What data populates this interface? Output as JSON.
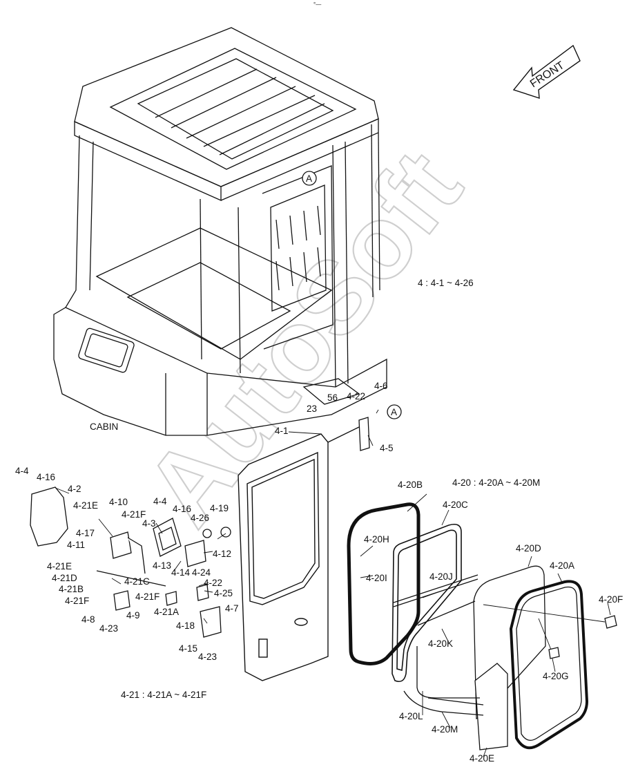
{
  "header_mark": "°—",
  "front_arrow_label": "FRONT",
  "cabin_label": "CABIN",
  "section_note": "4 : 4-1 ~ 4-26",
  "glass_note": "4-20 : 4-20A ~ 4-20M",
  "latch_note": "4-21 : 4-21A ~ 4-21F",
  "detail_callout": "A",
  "watermark": "AutoSoft",
  "labels": {
    "l56": "56",
    "l23a": "23",
    "l4_22a": "4-22",
    "l4_6": "4-6",
    "l4_5": "4-5",
    "l4_1": "4-1",
    "l4_4a": "4-4",
    "l4_16a": "4-16",
    "l4_2": "4-2",
    "l4_21e_a": "4-21E",
    "l4_10": "4-10",
    "l4_21f_a": "4-21F",
    "l4_4b": "4-4",
    "l4_16b": "4-16",
    "l4_3": "4-3",
    "l4_26": "4-26",
    "l4_19": "4-19",
    "l4_17": "4-17",
    "l4_11": "4-11",
    "l4_12": "4-12",
    "l4_21e_b": "4-21E",
    "l4_21d": "4-21D",
    "l4_21c": "4-21C",
    "l4_13": "4-13",
    "l4_14": "4-14",
    "l4_24": "4-24",
    "l4_21b": "4-21B",
    "l4_22b": "4-22",
    "l4_25": "4-25",
    "l4_21f_b": "4-21F",
    "l4_21f_c": "4-21F",
    "l4_8": "4-8",
    "l4_9": "4-9",
    "l4_23a": "4-23",
    "l4_21a": "4-21A",
    "l4_7": "4-7",
    "l4_18": "4-18",
    "l4_15": "4-15",
    "l4_23b": "4-23",
    "l4_20b": "4-20B",
    "l4_20c": "4-20C",
    "l4_20h": "4-20H",
    "l4_20i": "4-20I",
    "l4_20j": "4-20J",
    "l4_20d": "4-20D",
    "l4_20a": "4-20A",
    "l4_20f": "4-20F",
    "l4_20k": "4-20K",
    "l4_20g": "4-20G",
    "l4_20l": "4-20L",
    "l4_20m": "4-20M",
    "l4_20e": "4-20E"
  }
}
